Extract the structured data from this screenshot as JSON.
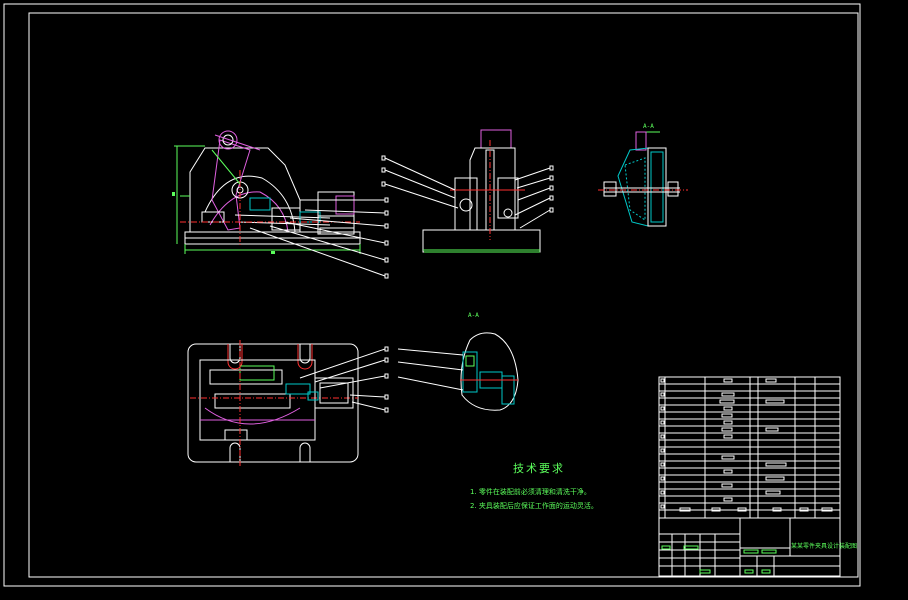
{
  "drawing": {
    "background": "#000000",
    "colors": {
      "frame": "#ffffff",
      "outline": "#ffffff",
      "part": "#e060e0",
      "hatch": "#00c8c8",
      "dimension": "#5cff5c",
      "center_line": "#ff3030"
    }
  },
  "section_labels": {
    "top_right": "A-A",
    "middle": "A-A"
  },
  "technical_requirements": {
    "title": "技术要求",
    "items": [
      "1. 零件在装配前必须清理和清洗干净。",
      "2. 夹具装配后应保证工作面的运动灵活。"
    ]
  },
  "title_block": {
    "drawing_name": "某某零件夹具设计装配图"
  }
}
